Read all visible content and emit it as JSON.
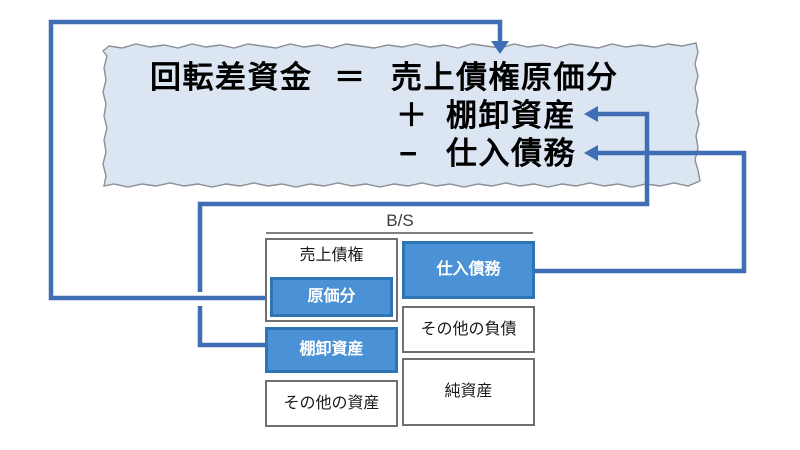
{
  "formula": {
    "result": "回転差資金",
    "equals": "＝",
    "term1": "売上債権原価分",
    "plus": "＋",
    "term2": "棚卸資産",
    "minus": "−",
    "term3": "仕入債務"
  },
  "balance_sheet": {
    "title": "B/S",
    "left_column": {
      "sales_receivables": "売上債権",
      "cost_portion": "原価分",
      "inventory": "棚卸資産",
      "other_assets": "その他の資産"
    },
    "right_column": {
      "accounts_payable": "仕入債務",
      "other_liabilities": "その他の負債",
      "net_assets": "純資産"
    }
  },
  "colors": {
    "banner_fill": "#dce5f2",
    "banner_edge": "#8a8f96",
    "arrow": "#3f6eb5",
    "highlight_fill": "#4b91d5",
    "highlight_border": "#2e75b6",
    "box_border": "#6f6f6f",
    "underline": "#808080",
    "text": "#000000"
  }
}
